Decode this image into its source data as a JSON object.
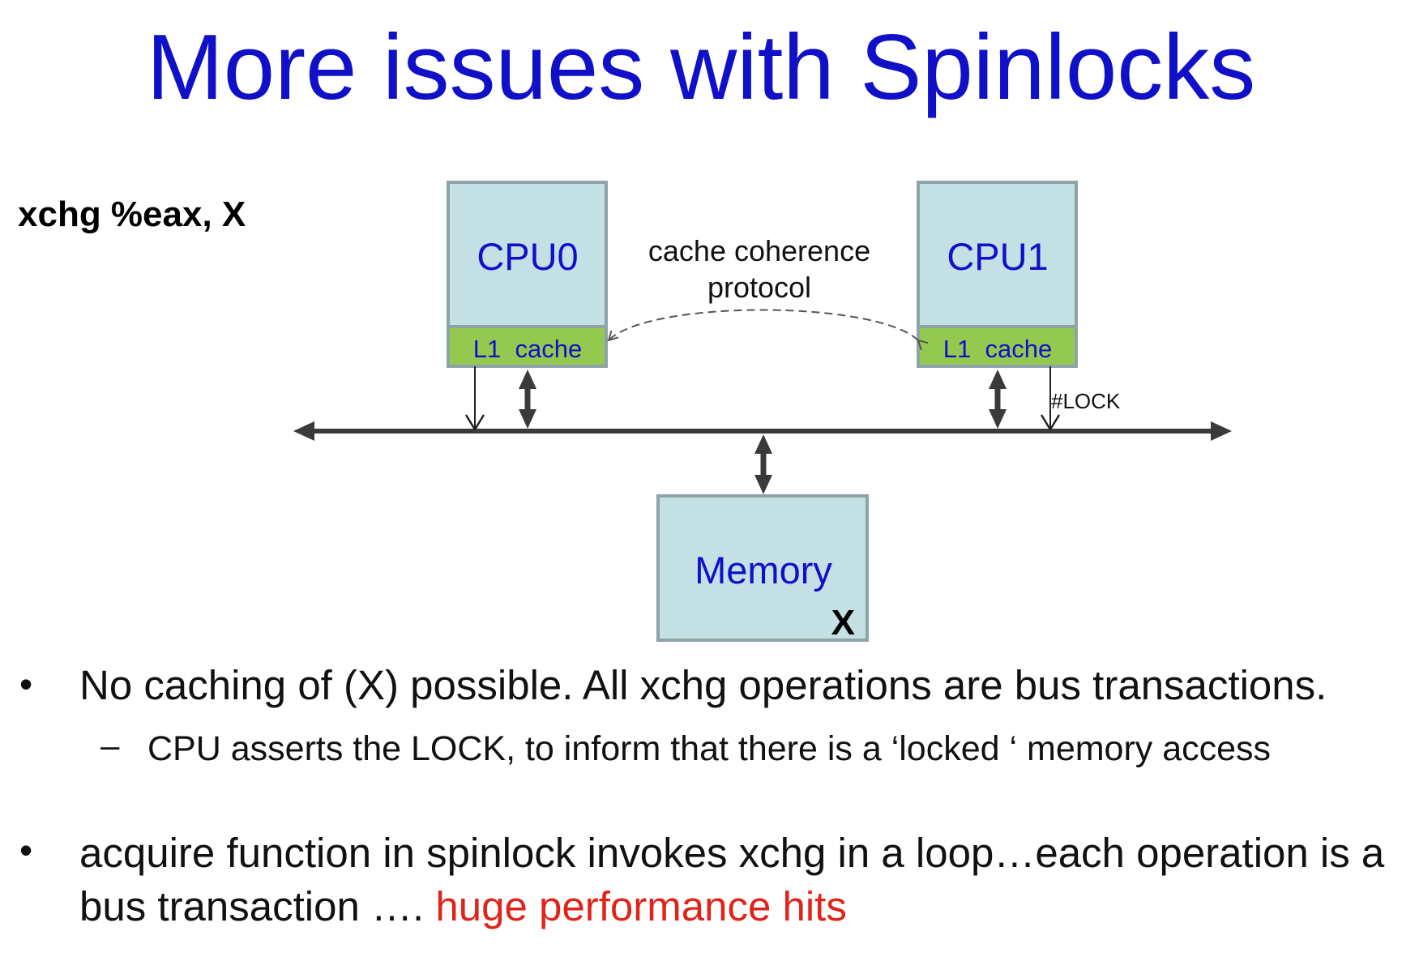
{
  "title": "More issues with Spinlocks",
  "instruction": "xchg %eax, X",
  "diagram": {
    "cpu0_label": "CPU0",
    "cpu1_label": "CPU1",
    "cache0_label": "L1  cache",
    "cache1_label": "L1  cache",
    "coherence_line1": "cache coherence",
    "coherence_line2": "protocol",
    "lock_label": "#LOCK",
    "memory_label": "Memory",
    "memory_var": "X",
    "colors": {
      "box_fill": "#c3e0e4",
      "box_border": "#8ea3a8",
      "cache_fill": "#92c94e",
      "label_blue": "#1010c8",
      "bus": "#3a3a3a"
    }
  },
  "bullets": {
    "b1": "No caching of (X) possible. All xchg operations are bus transactions.",
    "b1_sub": "CPU asserts the LOCK, to inform that there is a ‘locked ‘ memory access",
    "b2_main": "acquire function in spinlock invokes xchg in a loop…each operation is a bus transaction …. ",
    "b2_highlight": "huge performance hits",
    "bullet_glyph": "•",
    "dash_glyph": "–"
  }
}
